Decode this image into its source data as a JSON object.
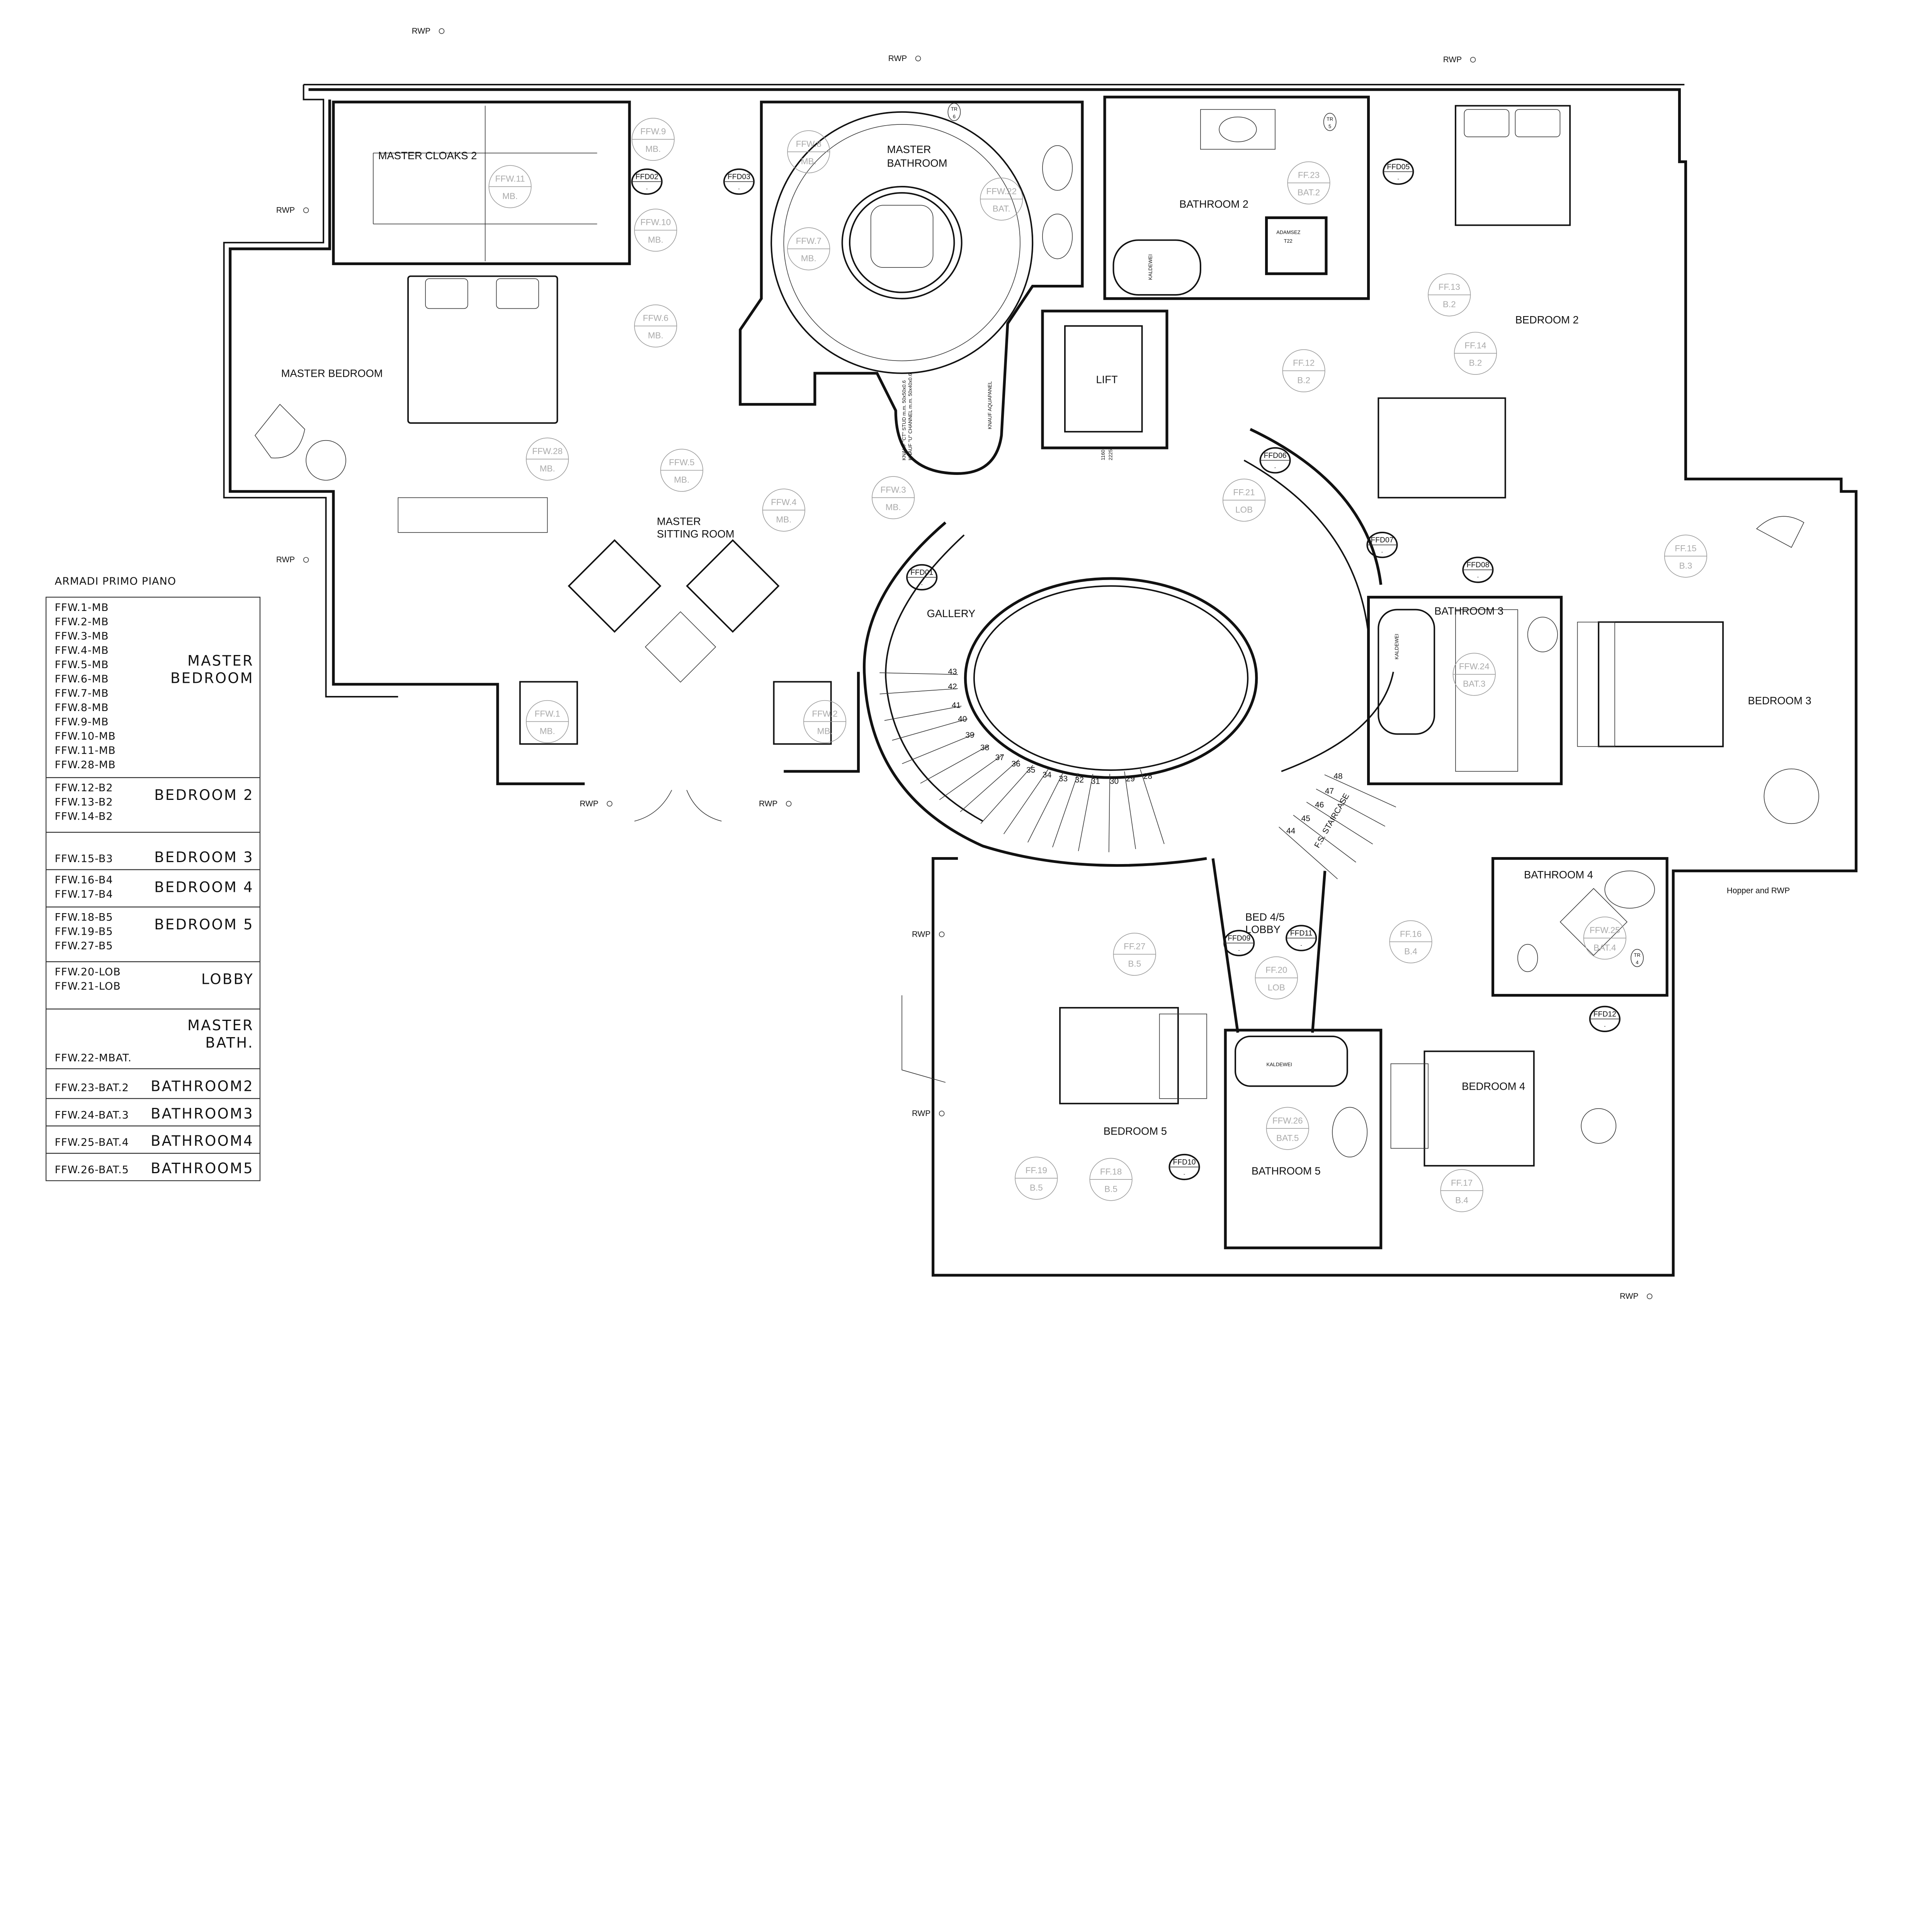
{
  "title": "ARMADI PRIMO PIANO",
  "legend": [
    {
      "codes": [
        "FFW.1-MB",
        "FFW.2-MB",
        "FFW.3-MB",
        "FFW.4-MB",
        "FFW.5-MB",
        "FFW.6-MB",
        "FFW.7-MB",
        "FFW.8-MB",
        "FFW.9-MB",
        "FFW.10-MB",
        "FFW.11-MB",
        "FFW.28-MB"
      ],
      "room": [
        "MASTER",
        "BEDROOM"
      ]
    },
    {
      "codes": [
        "FFW.12-B2",
        "FFW.13-B2",
        "FFW.14-B2"
      ],
      "room": [
        "BEDROOM 2"
      ]
    },
    {
      "codes": [
        "FFW.15-B3"
      ],
      "room": [
        "BEDROOM 3"
      ]
    },
    {
      "codes": [
        "FFW.16-B4",
        "FFW.17-B4"
      ],
      "room": [
        "BEDROOM 4"
      ]
    },
    {
      "codes": [
        "FFW.18-B5",
        "FFW.19-B5",
        "FFW.27-B5"
      ],
      "room": [
        "BEDROOM 5"
      ]
    },
    {
      "codes": [
        "FFW.20-LOB",
        "FFW.21-LOB"
      ],
      "room": [
        "LOBBY"
      ]
    },
    {
      "codes": [
        "FFW.22-MBAT."
      ],
      "room": [
        "MASTER",
        "BATH."
      ]
    },
    {
      "codes": [
        "FFW.23-BAT.2"
      ],
      "room": [
        "BATHROOM2"
      ]
    },
    {
      "codes": [
        "FFW.24-BAT.3"
      ],
      "room": [
        "BATHROOM3"
      ]
    },
    {
      "codes": [
        "FFW.25-BAT.4"
      ],
      "room": [
        "BATHROOM4"
      ]
    },
    {
      "codes": [
        "FFW.26-BAT.5"
      ],
      "room": [
        "BATHROOM5"
      ]
    }
  ],
  "rooms": {
    "master_cloaks": "MASTER CLOAKS 2",
    "master_bathroom_1": "MASTER",
    "master_bathroom_2": "BATHROOM",
    "bathroom2": "BATHROOM 2",
    "bedroom2": "BEDROOM 2",
    "master_bedroom": "MASTER BEDROOM",
    "lift": "LIFT",
    "sitting_1": "MASTER",
    "sitting_2": "SITTING ROOM",
    "gallery": "GALLERY",
    "bathroom3": "BATHROOM 3",
    "bedroom3": "BEDROOM 3",
    "bathroom4": "BATHROOM 4",
    "lobby_1": "BED 4/5",
    "lobby_2": "LOBBY",
    "bedroom4": "BEDROOM 4",
    "bedroom5": "BEDROOM 5",
    "bathroom5": "BATHROOM 5",
    "staircase": "F.S. STAIRCASE"
  },
  "notes": {
    "rwp": "RWP",
    "hopper": "Hopper and RWP",
    "lift_dim_1": "1160",
    "lift_dim_2": "2225",
    "adamsez_1": "ADAMSEZ",
    "adamsez_2": "T22",
    "kaldewei": "KALDEWEI",
    "knauf_1": "KNAUF \"CT\" STUD m.m. 50x50x0.6",
    "knauf_2": "KNAUF \"U\" CHANNEL m.m. 50x40x0.6",
    "knauf_3": "KNAUF AQUAPANEL"
  },
  "tags": [
    {
      "top": "FFW.9",
      "bottom": "MB."
    },
    {
      "top": "FFW.11",
      "bottom": "MB."
    },
    {
      "top": "FFW.10",
      "bottom": "MB."
    },
    {
      "top": "FFW.8",
      "bottom": "MB."
    },
    {
      "top": "FFW.7",
      "bottom": "MB."
    },
    {
      "top": "FFW.6",
      "bottom": "MB."
    },
    {
      "top": "FFW.22",
      "bottom": "BAT."
    },
    {
      "top": "FFW.28",
      "bottom": "MB."
    },
    {
      "top": "FFW.5",
      "bottom": "MB."
    },
    {
      "top": "FFW.4",
      "bottom": "MB."
    },
    {
      "top": "FFW.3",
      "bottom": "MB."
    },
    {
      "top": "FF.23",
      "bottom": "BAT.2"
    },
    {
      "top": "FF.13",
      "bottom": "B.2"
    },
    {
      "top": "FF.14",
      "bottom": "B.2"
    },
    {
      "top": "FF.12",
      "bottom": "B.2"
    },
    {
      "top": "FF.21",
      "bottom": "LOB"
    },
    {
      "top": "FF.15",
      "bottom": "B.3"
    },
    {
      "top": "FFW.24",
      "bottom": "BAT.3"
    },
    {
      "top": "FFW.1",
      "bottom": "MB."
    },
    {
      "top": "FFW.2",
      "bottom": "MB."
    },
    {
      "top": "FF.27",
      "bottom": "B.5"
    },
    {
      "top": "FF.20",
      "bottom": "LOB"
    },
    {
      "top": "FF.16",
      "bottom": "B.4"
    },
    {
      "top": "FFW.25",
      "bottom": "BAT.4"
    },
    {
      "top": "FFW.26",
      "bottom": "BAT.5"
    },
    {
      "top": "FF.19",
      "bottom": "B.5"
    },
    {
      "top": "FF.18",
      "bottom": "B.5"
    },
    {
      "top": "FF.17",
      "bottom": "B.4"
    }
  ],
  "doors": [
    "FFD02",
    "FFD03",
    "FFD05",
    "FFD06",
    "FFD07",
    "FFD08",
    "FFD01",
    "FFD09",
    "FFD11",
    "FFD12",
    "FFD10"
  ],
  "door_sub": "-",
  "tr_tags": [
    {
      "top": "TR",
      "bottom": "6"
    },
    {
      "top": "TR",
      "bottom": "5"
    },
    {
      "top": "TR",
      "bottom": "4"
    }
  ],
  "stairs": [
    "43",
    "42",
    "41",
    "40",
    "39",
    "38",
    "37",
    "36",
    "35",
    "34",
    "33",
    "32",
    "31",
    "30",
    "29",
    "28",
    "48",
    "47",
    "46",
    "45",
    "44"
  ]
}
